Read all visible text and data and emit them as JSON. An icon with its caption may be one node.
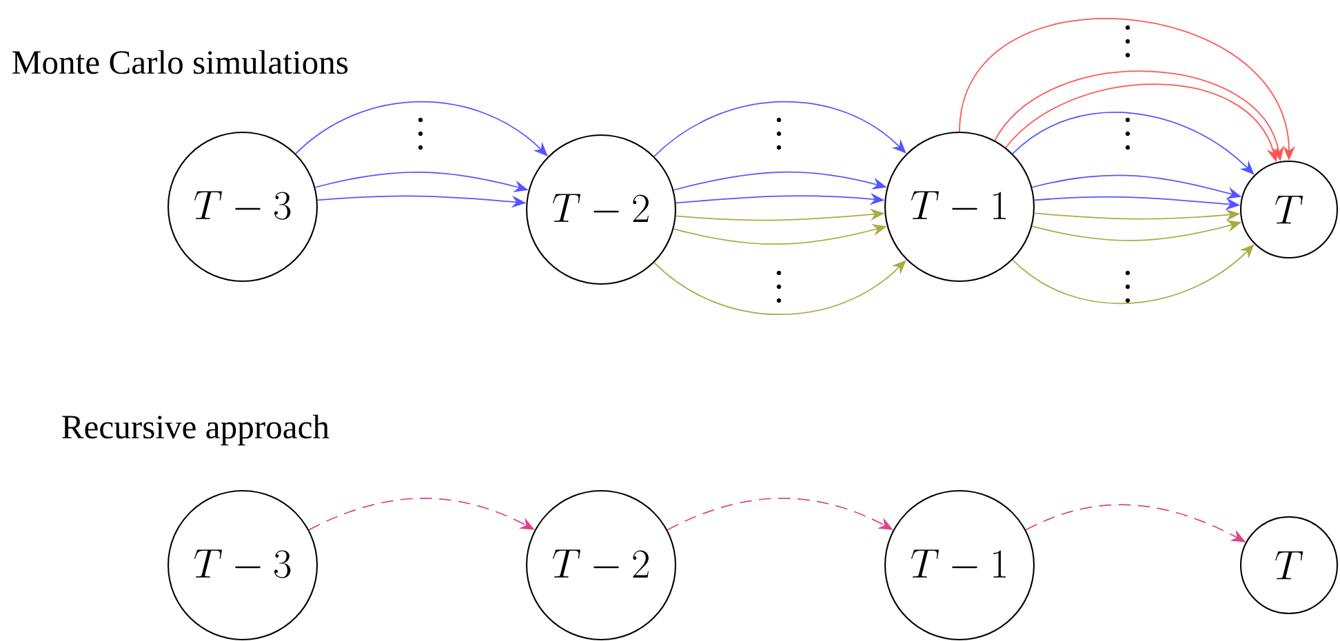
{
  "diagram": {
    "nodes": [
      {
        "text": [
          "T-3"
        ]
      },
      {
        "text": [
          "T-2"
        ]
      },
      {
        "text": [
          "T-1"
        ]
      },
      {
        "text": [
          "T"
        ]
      },
      {
        "text": [
          "T-3"
        ]
      },
      {
        "text": [
          "T-2"
        ]
      },
      {
        "text": [
          "T-1"
        ]
      },
      {
        "text": [
          "T"
        ]
      }
    ],
    "edges": [
      {
        "from": 0,
        "to": 1,
        "arrow": "to",
        "color": "#5555ff"
      },
      {
        "from": 0,
        "to": 1,
        "arrow": "to",
        "color": "#5555ff"
      },
      {
        "from": 0,
        "to": 1,
        "arrow": "to",
        "color": "#5555ff"
      },
      {
        "from": 1,
        "to": 2,
        "arrow": "to",
        "color": "#5555ff"
      },
      {
        "from": 1,
        "to": 2,
        "arrow": "to",
        "color": "#5555ff"
      },
      {
        "from": 1,
        "to": 2,
        "arrow": "to",
        "color": "#5555ff"
      },
      {
        "from": 1,
        "to": 2,
        "arrow": "to",
        "color": "#aaaa44"
      },
      {
        "from": 1,
        "to": 2,
        "arrow": "to",
        "color": "#aaaa44"
      },
      {
        "from": 1,
        "to": 2,
        "arrow": "to",
        "color": "#aaaa44"
      },
      {
        "from": 2,
        "to": 3,
        "arrow": "to",
        "color": "#ff5555"
      },
      {
        "from": 2,
        "to": 3,
        "arrow": "to",
        "color": "#ff5555"
      },
      {
        "from": 2,
        "to": 3,
        "arrow": "to",
        "color": "#ff5555"
      },
      {
        "from": 2,
        "to": 3,
        "arrow": "to",
        "color": "#5555ff"
      },
      {
        "from": 2,
        "to": 3,
        "arrow": "to",
        "color": "#5555ff"
      },
      {
        "from": 2,
        "to": 3,
        "arrow": "to",
        "color": "#5555ff"
      },
      {
        "from": 2,
        "to": 3,
        "arrow": "to",
        "color": "#aaaa44"
      },
      {
        "from": 2,
        "to": 3,
        "arrow": "to",
        "color": "#aaaa44"
      },
      {
        "from": 2,
        "to": 3,
        "arrow": "to",
        "color": "#aaaa44"
      },
      {
        "from": 4,
        "to": 5,
        "arrow": "to",
        "style": "dashed",
        "color": "#dd4488"
      },
      {
        "from": 5,
        "to": 6,
        "arrow": "to",
        "style": "dashed",
        "color": "#dd4488"
      },
      {
        "from": 6,
        "to": 7,
        "arrow": "to",
        "style": "dashed",
        "color": "#dd4488"
      }
    ],
    "labels": [
      "Monte Carlo simulations",
      "Recursive approach"
    ]
  }
}
